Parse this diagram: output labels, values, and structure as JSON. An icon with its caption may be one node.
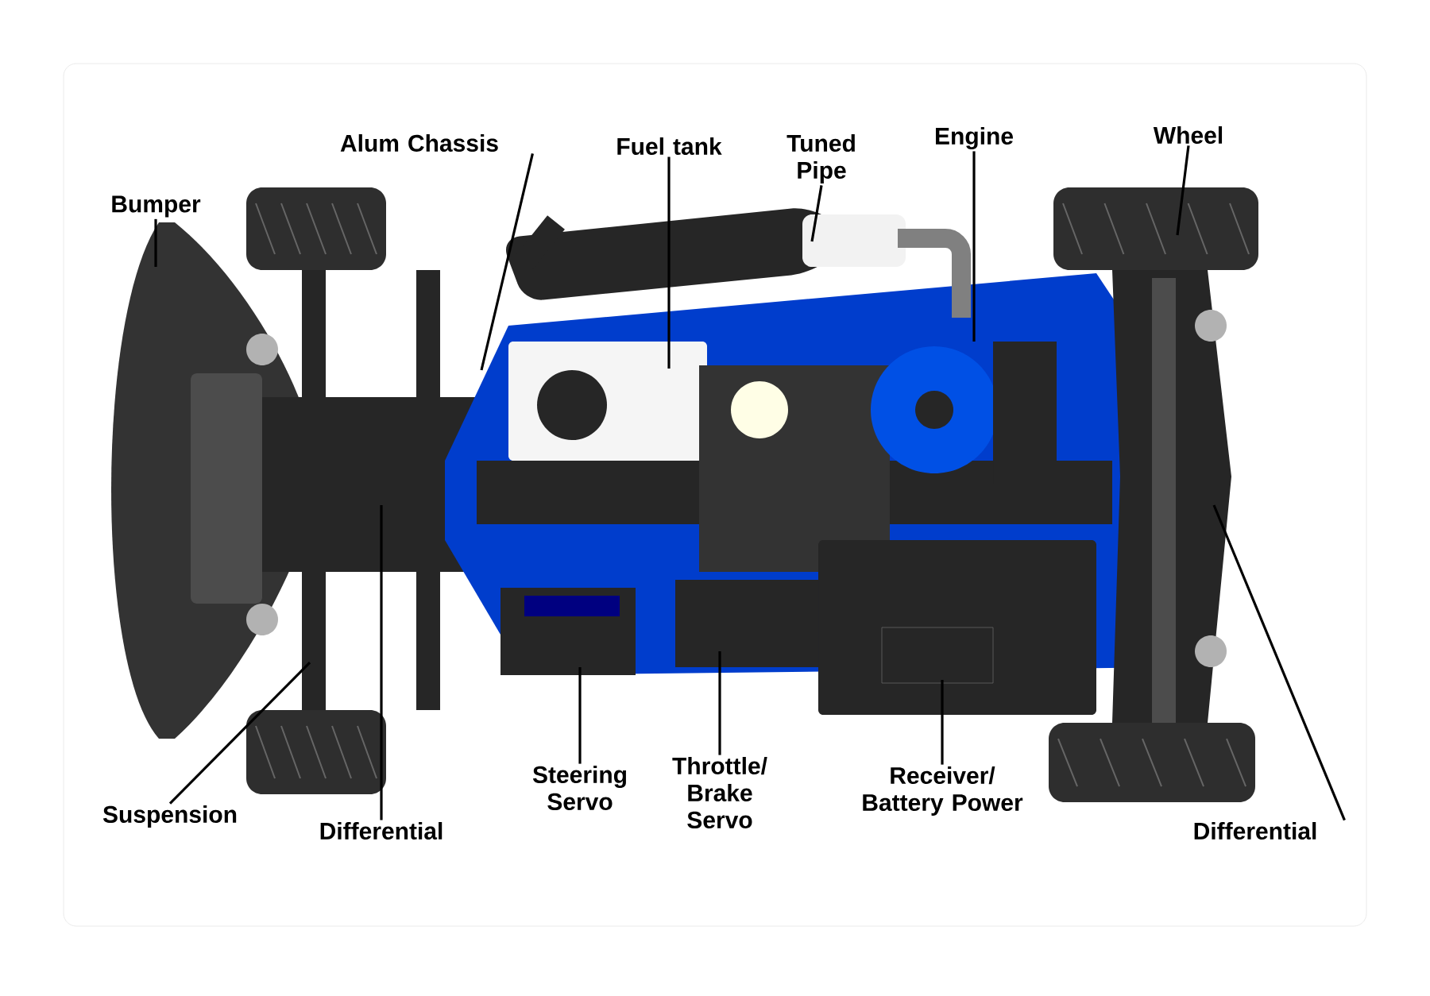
{
  "diagram": {
    "nodes": [
      {
        "text": [
          "Bumper"
        ]
      },
      {
        "text": [
          "Alum Chassis"
        ]
      },
      {
        "text": [
          "Fuel tank"
        ]
      },
      {
        "text": [
          "Tuned Pipe"
        ]
      },
      {
        "text": [
          "Engine"
        ]
      },
      {
        "text": [
          "Wheel"
        ]
      },
      {
        "text": [
          "Suspension"
        ]
      },
      {
        "text": [
          "Differential"
        ]
      },
      {
        "text": [
          "Steering Servo"
        ]
      },
      {
        "text": [
          "Throttle/ Brake Servo"
        ]
      },
      {
        "text": [
          "Receiver/ Battery Power"
        ]
      },
      {
        "text": [
          "Differential"
        ]
      }
    ],
    "edges": [
      {
        "from": 0,
        "to": null,
        "arrow": "none"
      },
      {
        "from": 1,
        "to": null,
        "arrow": "none"
      },
      {
        "from": 2,
        "to": null,
        "arrow": "none"
      },
      {
        "from": 3,
        "to": null,
        "arrow": "none"
      },
      {
        "from": 4,
        "to": null,
        "arrow": "none"
      },
      {
        "from": 5,
        "to": null,
        "arrow": "none"
      },
      {
        "from": 6,
        "to": null,
        "arrow": "none"
      },
      {
        "from": 7,
        "to": null,
        "arrow": "none"
      },
      {
        "from": 8,
        "to": null,
        "arrow": "none"
      },
      {
        "from": 9,
        "to": null,
        "arrow": "none"
      },
      {
        "from": 10,
        "to": null,
        "arrow": "none"
      },
      {
        "from": 11,
        "to": null,
        "arrow": "none"
      }
    ]
  }
}
